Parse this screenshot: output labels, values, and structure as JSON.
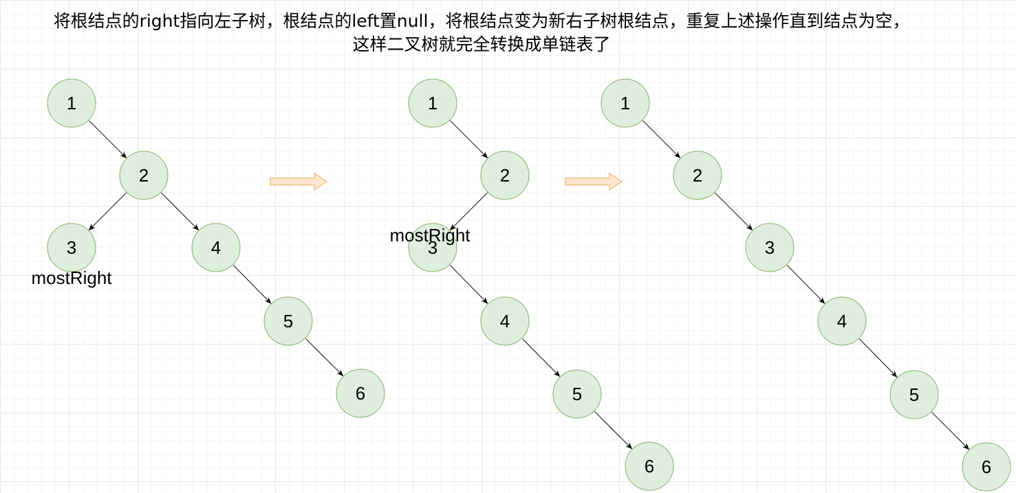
{
  "caption": {
    "line1": "将根结点的right指向左子树，根结点的left置null，将根结点变为新右子树根结点，重复上述操作直到结点为空，",
    "line2": "这样二叉树就完全转换成单链表了"
  },
  "colors": {
    "node_fill": "#d5e8d4",
    "node_stroke": "#82b366",
    "arrow_fill": "#ffe6cc",
    "arrow_stroke": "#f0b870"
  },
  "trees": [
    {
      "name": "tree-1",
      "nodes": [
        "1",
        "2",
        "3",
        "4",
        "5",
        "6"
      ],
      "edges": [
        [
          "1",
          "2"
        ],
        [
          "2",
          "3"
        ],
        [
          "2",
          "4"
        ],
        [
          "4",
          "5"
        ],
        [
          "5",
          "6"
        ]
      ],
      "tag": {
        "node": "3",
        "text": "mostRight"
      }
    },
    {
      "name": "tree-2",
      "nodes": [
        "1",
        "2",
        "3",
        "4",
        "5",
        "6"
      ],
      "edges": [
        [
          "1",
          "2"
        ],
        [
          "2",
          "3"
        ],
        [
          "3",
          "4"
        ],
        [
          "4",
          "5"
        ],
        [
          "5",
          "6"
        ]
      ],
      "tag": {
        "node": "3",
        "text": "mostRight"
      }
    },
    {
      "name": "tree-3",
      "nodes": [
        "1",
        "2",
        "3",
        "4",
        "5",
        "6"
      ],
      "edges": [
        [
          "1",
          "2"
        ],
        [
          "2",
          "3"
        ],
        [
          "3",
          "4"
        ],
        [
          "4",
          "5"
        ],
        [
          "5",
          "6"
        ]
      ],
      "tag": null
    }
  ],
  "transitions": 2
}
